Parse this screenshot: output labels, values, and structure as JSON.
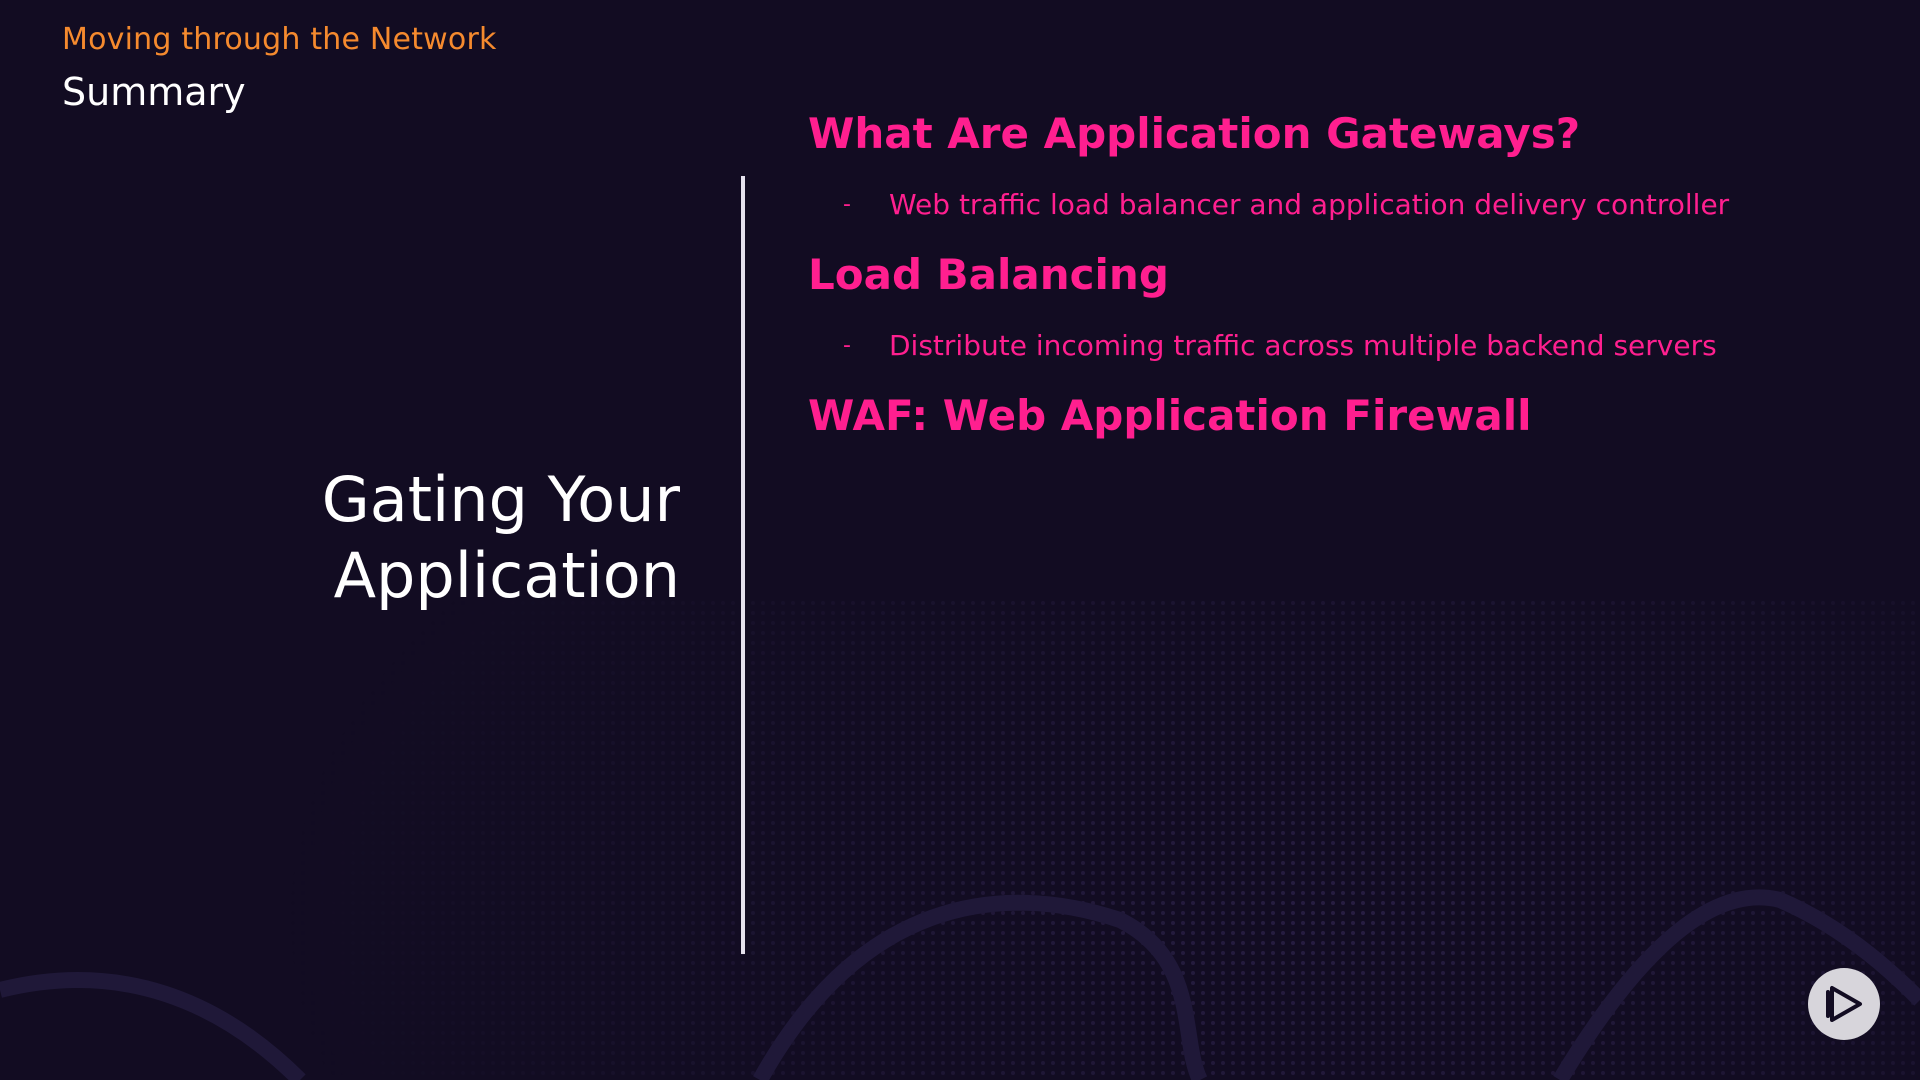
{
  "header": {
    "course_title": "Moving through the Network",
    "module_title": "Summary"
  },
  "main": {
    "title_line1": "Gating Your",
    "title_line2": "Application"
  },
  "sections": [
    {
      "heading": "What Are Application Gateways?",
      "bullet_marker": "-",
      "bullet": "Web traffic load balancer and application delivery controller"
    },
    {
      "heading": "Load Balancing",
      "bullet_marker": "-",
      "bullet": "Distribute incoming traffic across multiple backend servers"
    },
    {
      "heading": "WAF: Web Application Firewall"
    }
  ],
  "colors": {
    "background": "#120c22",
    "accent_orange": "#f58a2e",
    "accent_pink": "#ff1f8f",
    "text_white": "#ffffff"
  },
  "icons": {
    "logo": "play-logo-icon"
  }
}
